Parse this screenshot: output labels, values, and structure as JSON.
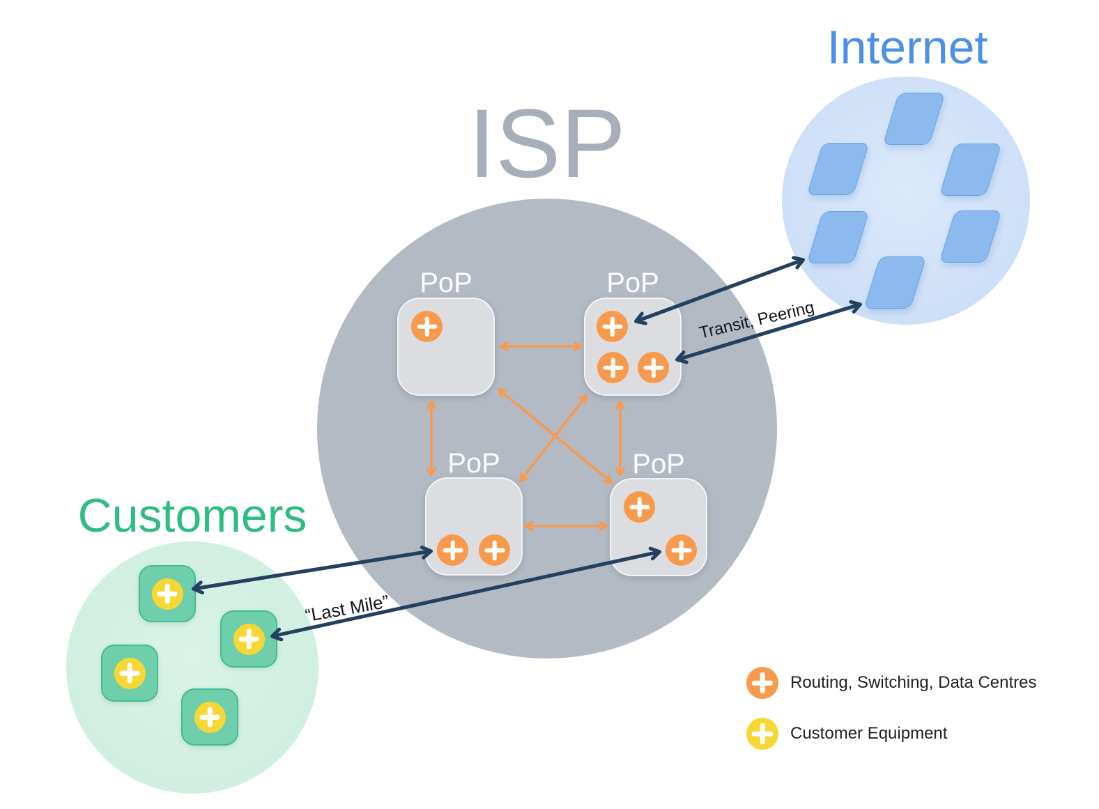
{
  "diagram": {
    "isp": {
      "title": "ISP",
      "pops": [
        {
          "label": "PoP",
          "routing_nodes": 1
        },
        {
          "label": "PoP",
          "routing_nodes": 3
        },
        {
          "label": "PoP",
          "routing_nodes": 2
        },
        {
          "label": "PoP",
          "routing_nodes": 2
        }
      ]
    },
    "internet": {
      "title": "Internet",
      "network_nodes": 6
    },
    "customers": {
      "title": "Customers",
      "equipment_nodes": 4
    },
    "annotations": {
      "transit_peering": "Transit, Peering",
      "last_mile": "“Last Mile”"
    },
    "legend": {
      "items": [
        {
          "icon": "orange-plus-circle",
          "color": "#f89a4e",
          "label": "Routing, Switching, Data Centres"
        },
        {
          "icon": "yellow-plus-circle",
          "color": "#f6d733",
          "label": "Customer Equipment"
        }
      ]
    },
    "colors": {
      "isp_circle": "#b3bac4",
      "isp_title": "#a7aeb9",
      "internet_circle": "#cfe1f8",
      "internet_node": "#8cbaee",
      "internet_title": "#4a90e8",
      "customers_circle": "#d2f0e2",
      "customer_box": "#6fceab",
      "customer_equipment_node": "#f6d733",
      "pop_box": "#dcdde0",
      "routing_node": "#f89a4e",
      "pop_link_arrow": "#f89a4e",
      "external_link_arrow": "#24405f"
    }
  }
}
